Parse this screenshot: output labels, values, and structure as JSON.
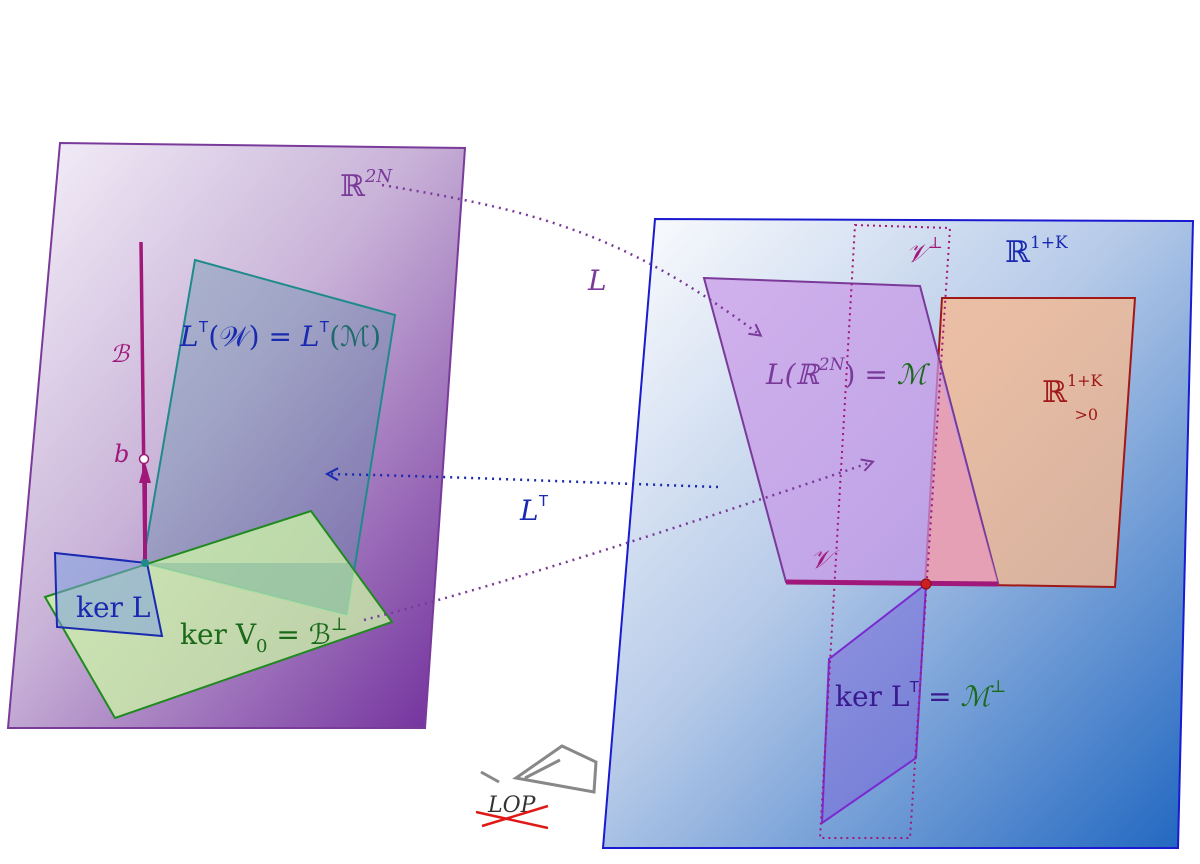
{
  "colors": {
    "left_plane_light": "#f3eef8",
    "left_plane_dark": "#7a32a0",
    "left_plane_edge": "#7a3a9a",
    "right_plane_light": "#ffffff",
    "right_plane_dark": "#2a6cc4",
    "right_plane_edge": "#1a1ad0",
    "teal": "#1f8a8a",
    "green": "#208a20",
    "green_fill": "#ccf2a8",
    "blue_label": "#1a2ab0",
    "purple_label": "#7a3a9a",
    "magenta": "#a0197a",
    "red": "#a01818",
    "violet": "#7a2ad0",
    "dot_violet": "#8a3aa8",
    "dot_blue": "#1a2ab0"
  },
  "labels": {
    "r2n_base": "ℝ",
    "r2n_sup": "2N",
    "l_map": "L",
    "lt_base": "L",
    "lt_sup": "T",
    "b_space": "ℬ",
    "b_point": "b",
    "ltw_part1": "L",
    "ltw_sup1": "T",
    "ltw_part2": "(𝒲) = ",
    "ltw_part3": "L",
    "ltw_sup2": "T",
    "ltw_part4": "(ℳ)",
    "ker_l": "ker L",
    "ker_v0_part1": "ker V",
    "ker_v0_sub": "0",
    "ker_v0_part2": " = ℬ",
    "ker_v0_sup": "⊥",
    "r1k_base": "ℝ",
    "r1k_sup": "1+K",
    "vperp_base": "𝒱",
    "vperp_sup": "⊥",
    "lr2n_part1": "L(ℝ",
    "lr2n_sup": "2N",
    "lr2n_part2": ") = ",
    "lr2n_m": "ℳ",
    "r1k_pos_base": "ℝ",
    "r1k_pos_sup": "1+K",
    "r1k_pos_sub": ">0",
    "v_space": "𝒱",
    "ker_lt_part1": "ker L",
    "ker_lt_sup": "T",
    "ker_lt_part2": " = ",
    "ker_lt_m": "ℳ",
    "ker_lt_perp": "⊥",
    "lop_text": "LOP"
  }
}
